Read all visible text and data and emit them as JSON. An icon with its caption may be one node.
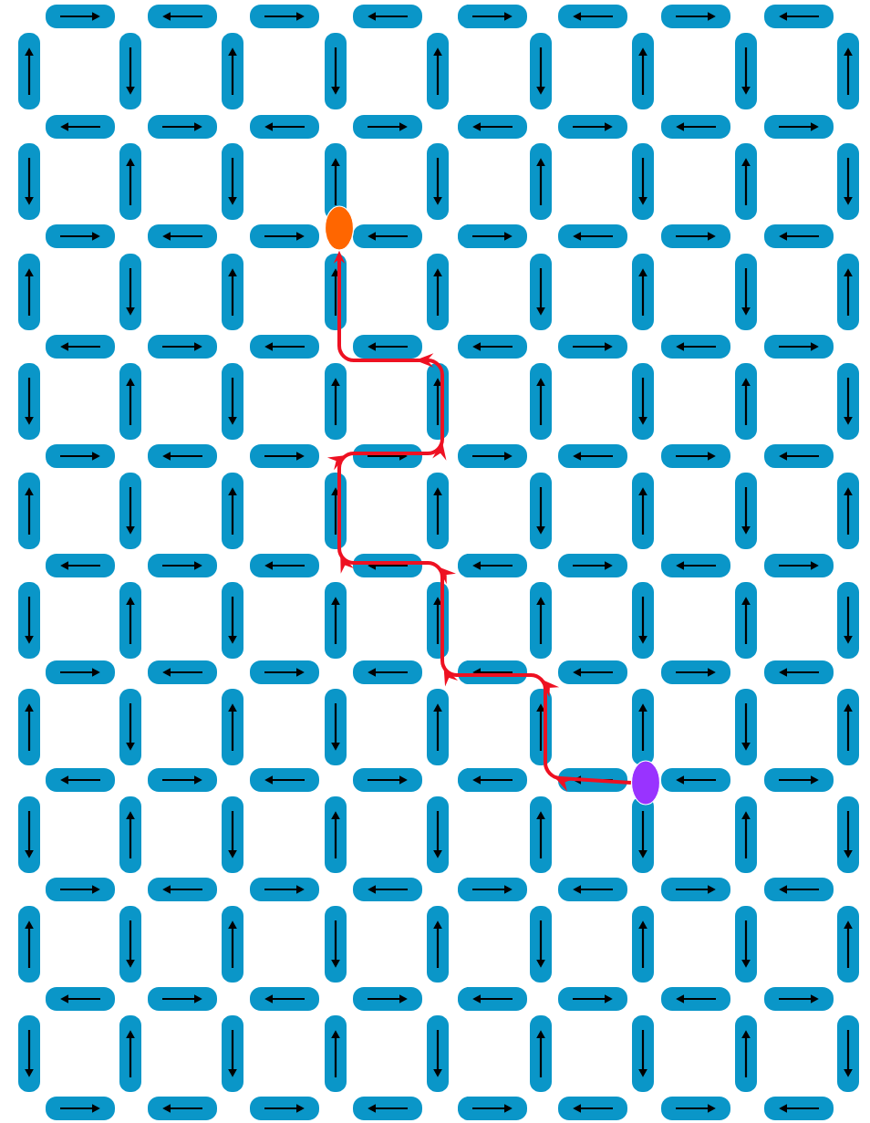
{
  "diagram": {
    "nodes": [
      {
        "text": [],
        "shape": "circle"
      },
      {
        "text": [],
        "shape": "circle"
      }
    ],
    "edges": [
      {
        "from": 1,
        "to": 0,
        "arrow": "to",
        "color": "#ee1122"
      }
    ]
  }
}
